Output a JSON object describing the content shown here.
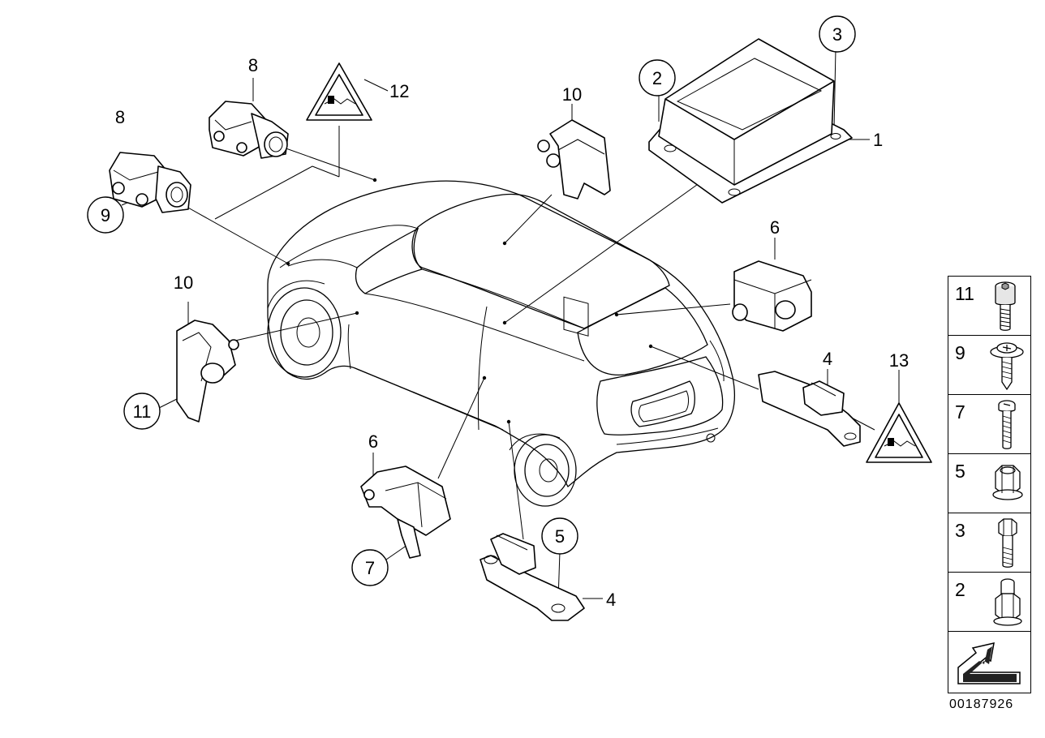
{
  "callouts": {
    "c1": "1",
    "c2": "2",
    "c3": "3",
    "c4a": "4",
    "c4b": "4",
    "c5": "5",
    "c6a": "6",
    "c6b": "6",
    "c7": "7",
    "c8a": "8",
    "c8b": "8",
    "c9": "9",
    "c10a": "10",
    "c10b": "10",
    "c11": "11",
    "c12": "12",
    "c13": "13"
  },
  "legend": [
    {
      "label": "11",
      "icon": "socket-head-screw-icon"
    },
    {
      "label": "9",
      "icon": "flange-screw-icon"
    },
    {
      "label": "7",
      "icon": "pan-head-screw-icon"
    },
    {
      "label": "5",
      "icon": "flange-nut-icon"
    },
    {
      "label": "3",
      "icon": "hex-bolt-icon"
    },
    {
      "label": "2",
      "icon": "cap-nut-icon"
    }
  ],
  "catalog_number": "00187926"
}
